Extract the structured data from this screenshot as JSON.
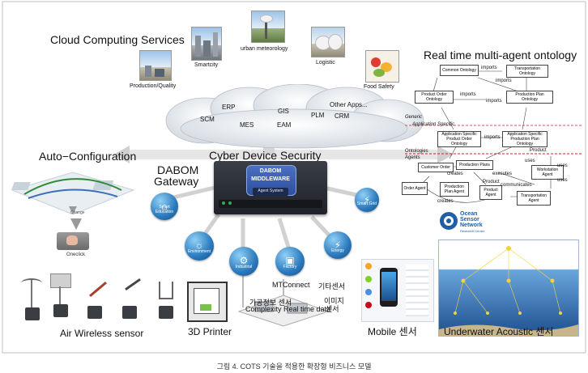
{
  "cloud": {
    "title": "Cloud Computing Services",
    "photos": [
      "Production/Quality",
      "Smartcity",
      "urban meteorology",
      "Logistic",
      "Food Safety"
    ],
    "services": [
      "ERP",
      "SCM",
      "MES",
      "GIS",
      "EAM",
      "PLM",
      "Other Apps...",
      "CRM"
    ]
  },
  "ontology": {
    "title": "Real time multi-agent ontology",
    "nodes": {
      "common": "Common Ontology",
      "transport": "Transportation Ontology",
      "product_order": "Product Order Ontology",
      "production_plan": "Production Plan Ontology",
      "app_order": "Application Specific Product Order Ontology",
      "app_plan": "Application Specific Production Plan Ontology",
      "customer_order": "Customer Order",
      "production_plans": "Production Plans",
      "workstation_agent": "Workstation Agent",
      "order_agent": "Order Agent",
      "plan_agent": "Production Plan Agent",
      "product_agent": "Product Agent",
      "transport_agent": "Transportation Agent"
    },
    "edge_labels": [
      "imports",
      "imports",
      "imports",
      "imports",
      "imports",
      "creates",
      "creates",
      "executes",
      "communicates",
      "uses",
      "uses",
      "uses"
    ],
    "side_labels": [
      "Generic",
      "Application Specific",
      "Ontologies",
      "Agents"
    ],
    "bottom_labels": [
      "Product",
      "Product"
    ]
  },
  "osn": {
    "line1": "Ocean",
    "line2": "Sensor",
    "line3": "Network",
    "line4": "Research Center"
  },
  "auto_config": {
    "title": "Auto−Configuration",
    "button_label": "Oneclick",
    "change_label": "Change"
  },
  "gateway": {
    "line1": "DABOM",
    "line2": "Gateway"
  },
  "security": {
    "title": "Cyber Device Security"
  },
  "middleware": {
    "line1": "DABOM",
    "line2": "MIDDLEWARE",
    "subtitle": "Agent System"
  },
  "hub_circles": {
    "left": "Smart Education",
    "right": "Smart Grid",
    "row": [
      "Environment",
      "Industrial",
      "Factory",
      "Energy"
    ]
  },
  "bottom": {
    "air_sensor": "Air Wireless sensor",
    "printer": "3D Printer",
    "mtconnect": "MTConnect",
    "processing_sensor": "가공정보 센서",
    "complexity": "Complexity Real time data",
    "other_sensor": "기타센서",
    "image_sensor_1": "이미지",
    "image_sensor_2": "센서",
    "mobile": "Mobile 센서",
    "underwater": "Underwater Acoustic 센서"
  },
  "caption": "그림 4. COTS 기술을 적용한 확장형 비즈니스 모델",
  "colors": {
    "frame": "#bfbfbf",
    "globe_blue": "#2a79bd",
    "middleware_dark": "#2c2f36",
    "middleware_badge": "#2f4fa0",
    "red_dashed": "#c8202a",
    "arrow_gray": "#c6c6c6"
  }
}
